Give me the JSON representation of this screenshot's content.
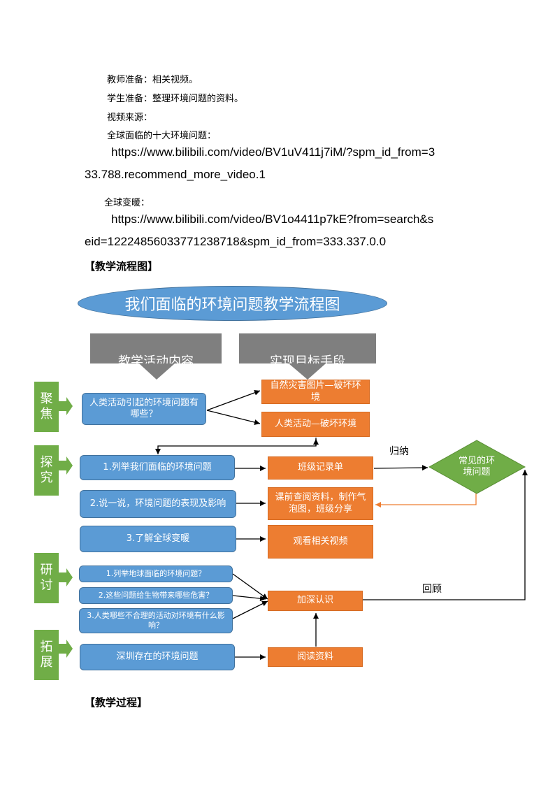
{
  "intro": {
    "teacher_prep": "教师准备：相关视频。",
    "student_prep": "学生准备：整理环境问题的资料。",
    "video_source": "视频来源：",
    "video1_title": "全球面临的十大环境问题：",
    "video1_url_line1": "https://www.bilibili.com/video/BV1uV411j7iM/?spm_id_from=3",
    "video1_url_line2": "33.788.recommend_more_video.1",
    "video2_title": "全球变暖：",
    "video2_url_line1": "https://www.bilibili.com/video/BV1o4411p7kE?from=search&s",
    "video2_url_line2": "eid=12224856033771238718&spm_id_from=333.337.0.0"
  },
  "section_flowchart": "【教学流程图】",
  "section_process": "【教学过程】",
  "flowchart": {
    "title": "我们面临的环境问题教学流程图",
    "header_left": "教学活动内容",
    "header_right": "实现目标手段",
    "stages": {
      "focus": "聚\n焦",
      "explore": "探\n究",
      "discuss": "研\n讨",
      "extend": "拓\n展"
    },
    "activities": {
      "focus_q": "人类活动引起的环境问题有哪些？",
      "explore_1": "1.列举我们面临的环境问题",
      "explore_2": "2.说一说，环境问题的表现及影响",
      "explore_3": "3.了解全球变暖",
      "discuss_1": "1.列举地球面临的环境问题？",
      "discuss_2": "2.这些问题给生物带来哪些危害？",
      "discuss_3": "3.人类哪些不合理的活动对环境有什么影响？",
      "extend_1": "深圳存在的环境问题"
    },
    "means": {
      "disaster_pics": "自然灾害图片—破坏环境",
      "human_activity": "人类活动—破坏环境",
      "class_record": "班级记录单",
      "research": "课前查阅资料，制作气泡图，班级分享",
      "watch_video": "观看相关视频",
      "deepen": "加深认识",
      "reading": "阅读资料"
    },
    "diamond": "常见的环境问题",
    "label_summarize": "归纳",
    "label_review": "回顾"
  }
}
